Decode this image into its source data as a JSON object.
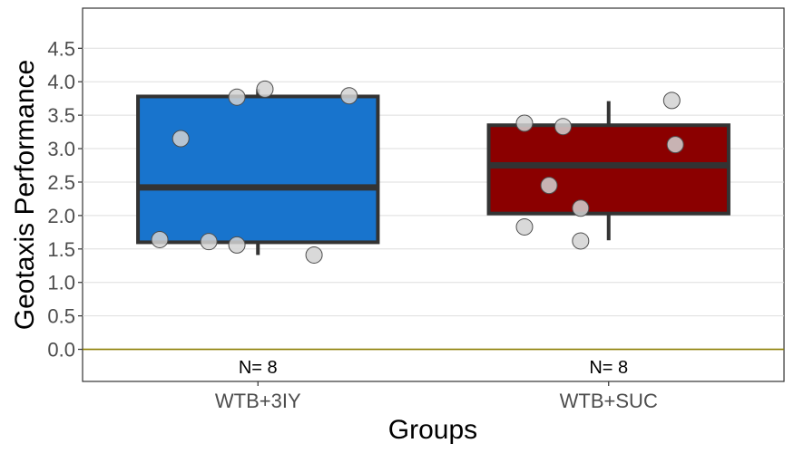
{
  "chart_data": {
    "type": "box",
    "xlabel": "Groups",
    "ylabel": "Geotaxis Performance",
    "ylim": [
      -0.48,
      5.1
    ],
    "yticks": [
      "0.0",
      "0.5",
      "1.0",
      "1.5",
      "2.0",
      "2.5",
      "3.0",
      "3.5",
      "4.0",
      "4.5"
    ],
    "grid": true,
    "reference_line": {
      "y": 0.0,
      "color": "#8b7d00"
    },
    "categories": [
      "WTB+3IY",
      "WTB+SUC"
    ],
    "groups": [
      {
        "name": "WTB+3IY",
        "color": "#1874cd",
        "n_label": "N= 8",
        "box": {
          "q1": 1.6,
          "median": 2.42,
          "q3": 3.78,
          "whisker_low": 1.41,
          "whisker_high": 3.89
        },
        "points": [
          {
            "dx": -0.28,
            "y": 1.64
          },
          {
            "dx": -0.22,
            "y": 3.15
          },
          {
            "dx": -0.14,
            "y": 1.61
          },
          {
            "dx": -0.06,
            "y": 1.56
          },
          {
            "dx": -0.06,
            "y": 3.77
          },
          {
            "dx": 0.02,
            "y": 3.89
          },
          {
            "dx": 0.16,
            "y": 1.41
          },
          {
            "dx": 0.26,
            "y": 3.79
          }
        ]
      },
      {
        "name": "WTB+SUC",
        "color": "#8b0000",
        "n_label": "N= 8",
        "box": {
          "q1": 2.03,
          "median": 2.75,
          "q3": 3.35,
          "whisker_low": 1.63,
          "whisker_high": 3.71
        },
        "points": [
          {
            "dx": -0.24,
            "y": 1.83
          },
          {
            "dx": -0.24,
            "y": 3.38
          },
          {
            "dx": -0.17,
            "y": 2.45
          },
          {
            "dx": -0.13,
            "y": 3.33
          },
          {
            "dx": -0.08,
            "y": 1.62
          },
          {
            "dx": -0.08,
            "y": 2.11
          },
          {
            "dx": 0.18,
            "y": 3.72
          },
          {
            "dx": 0.19,
            "y": 3.06
          }
        ]
      }
    ]
  }
}
